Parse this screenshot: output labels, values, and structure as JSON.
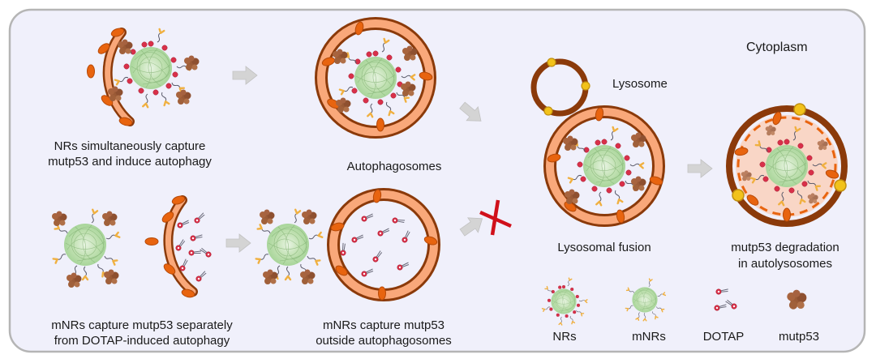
{
  "region_label": "Cytoplasm",
  "pathway_nr": {
    "step1_caption": [
      "NRs simultaneously capture",
      "mutp53 and induce autophagy"
    ],
    "step2_caption": "Autophagosomes",
    "step3_caption": "Lysosomal fusion",
    "lysosome_label": "Lysosome",
    "step4_caption": [
      "mutp53 degradation",
      "in autolysosomes"
    ]
  },
  "pathway_mnr": {
    "step1_caption": [
      "mNRs capture mutp53 separately",
      "from DOTAP-induced autophagy"
    ],
    "step2_caption": [
      "mNRs capture mutp53",
      "outside autophagosomes"
    ],
    "blocked_marker": "x-mark"
  },
  "legend": {
    "items": [
      {
        "label": "NRs",
        "icon": "nr-nanoparticle-icon"
      },
      {
        "label": "mNRs",
        "icon": "mnr-nanoparticle-icon"
      },
      {
        "label": "DOTAP",
        "icon": "dotap-icon"
      },
      {
        "label": "mutp53",
        "icon": "mutp53-protein-icon"
      }
    ]
  },
  "colors": {
    "background": "#f0f0fb",
    "border": "#b8b8b8",
    "membrane_outer": "#8b3a0a",
    "membrane_fill": "#f9a87a",
    "membrane_protein": "#e06010",
    "lysosome_dot": "#f2c21a",
    "nanoparticle": "#b7dcaa",
    "charge_bead": "#d9304a",
    "ligand": "#f0b040",
    "mutp53": "#a0603a",
    "arrow": "#cfcfcf",
    "block_x": "#d0101a",
    "autolysosome_lumen": "#f9d6c6"
  }
}
